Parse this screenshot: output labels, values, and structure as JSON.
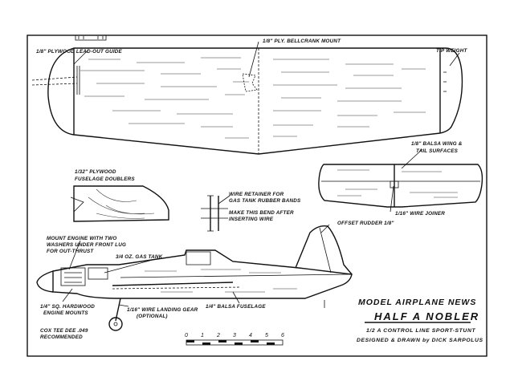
{
  "labels": {
    "leadout_guide": "1/8\" PLYWOOD LEAD-OUT GUIDE",
    "bellcrank_mount": "1/8\" PLY. BELLCRANK MOUNT",
    "tip_weight": "TIP WEIGHT",
    "balsa_wing_1": "1/8\" BALSA WING &",
    "balsa_wing_2": "TAIL SURFACES",
    "doublers_1": "1/32\" PLYWOOD",
    "doublers_2": "FUSELAGE DOUBLERS",
    "retainer_1": "WIRE RETAINER FOR",
    "retainer_2": "GAS TANK RUBBER BANDS",
    "bend_1": "MAKE THIS BEND AFTER",
    "bend_2": "INSERTING WIRE",
    "wire_joiner": "1/16\" WIRE JOINER",
    "offset_rudder": "OFFSET RUDDER 1/8\"",
    "engine_1": "MOUNT ENGINE WITH TWO",
    "engine_2": "WASHERS UNDER FRONT LUG",
    "engine_3": "FOR OUT-THRUST",
    "gas_tank": "3/4 OZ. GAS TANK",
    "mounts_1": "1/4\" SQ. HARDWOOD",
    "mounts_2": "ENGINE MOUNTS",
    "landing_1": "1/16\" WIRE LANDING GEAR",
    "landing_2": "(OPTIONAL)",
    "fuselage": "1/4\" BALSA FUSELAGE",
    "engine_rec_1": "COX TEE DEE .049",
    "engine_rec_2": "RECOMMENDED"
  },
  "title_block": {
    "publication": "MODEL AIRPLANE NEWS",
    "title": "HALF A NOBLER",
    "subtitle": "1/2 A CONTROL LINE SPORT-STUNT",
    "credit": "DESIGNED & DRAWN by DICK SARPOLUS"
  },
  "scale_bar": {
    "ticks": [
      "0",
      "1",
      "2",
      "3",
      "4",
      "5",
      "6"
    ]
  }
}
